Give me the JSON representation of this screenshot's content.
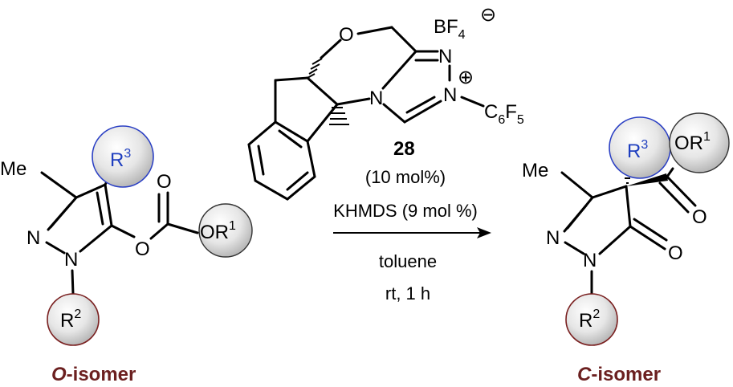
{
  "left": {
    "me": "Me",
    "n1": "N",
    "n2": "N",
    "o_ester": "O",
    "o_carbonyl": "O",
    "or_main": "OR",
    "or_sup": "1",
    "r3_main": "R",
    "r3_sup": "3",
    "r2_main": "R",
    "r2_sup": "2",
    "caption_italic": "O",
    "caption_rest": "-isomer"
  },
  "catalyst": {
    "o_ring": "O",
    "n_a": "N",
    "n_b": "N",
    "n_plus": "N",
    "plus": "⊕",
    "bf4_main": "BF",
    "bf4_sub": "4",
    "minus": "⊖",
    "c6f5_c": "C",
    "c6f5_sub1": "6",
    "c6f5_f": "F",
    "c6f5_sub2": "5",
    "number": "28"
  },
  "conditions": {
    "loading": "(10 mol%)",
    "base": "KHMDS (9 mol %)",
    "solvent": "toluene",
    "time": "rt, 1 h"
  },
  "right": {
    "me": "Me",
    "n1": "N",
    "n2": "N",
    "o_ring": "O",
    "o_carbonyl": "O",
    "or_main": "OR",
    "or_sup": "1",
    "r3_main": "R",
    "r3_sup": "3",
    "r2_main": "R",
    "r2_sup": "2",
    "caption_italic": "C",
    "caption_rest": "-isomer"
  },
  "colors": {
    "blue_ring": "#2a3fc4",
    "red_ring": "#7a2020",
    "caption": "#6b1f1f"
  }
}
